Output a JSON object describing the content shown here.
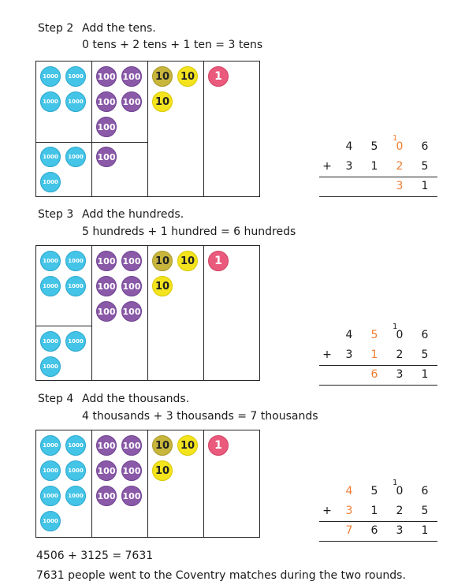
{
  "step2": {
    "label": "Step 2",
    "title": "Add the tens.",
    "detail": "0 tens + 2 tens + 1 ten = 3 tens",
    "calc": {
      "top": [
        "4",
        "5",
        "0",
        "6"
      ],
      "carry": "1",
      "bottom": [
        "3",
        "1",
        "2",
        "5"
      ],
      "result": [
        "",
        "",
        "3",
        "1"
      ],
      "plus": "+"
    }
  },
  "step3": {
    "label": "Step 3",
    "title": "Add the hundreds.",
    "detail": "5 hundreds + 1 hundred = 6 hundreds",
    "calc": {
      "top": [
        "4",
        "5",
        "0",
        "6"
      ],
      "carry": "1",
      "bottom": [
        "3",
        "1",
        "2",
        "5"
      ],
      "result": [
        "",
        "6",
        "3",
        "1"
      ],
      "plus": "+"
    }
  },
  "step4": {
    "label": "Step 4",
    "title": "Add the thousands.",
    "detail": "4 thousands + 3 thousands = 7 thousands",
    "calc": {
      "top": [
        "4",
        "5",
        "0",
        "6"
      ],
      "carry": "1",
      "bottom": [
        "3",
        "1",
        "2",
        "5"
      ],
      "result": [
        "7",
        "6",
        "3",
        "1"
      ],
      "plus": "+"
    }
  },
  "counters": {
    "thousand": "1000",
    "hundred": "100",
    "ten": "10",
    "one": "1"
  },
  "equation": "4506 + 3125 = 7631",
  "conclusion": "7631 people went to the Coventry matches during the two rounds.",
  "colors": {
    "thousand": "#44c4e6",
    "hundred": "#8a5aa8",
    "ten": "#f3e41e",
    "one": "#ea5a7c",
    "highlight": "#f07d32"
  }
}
